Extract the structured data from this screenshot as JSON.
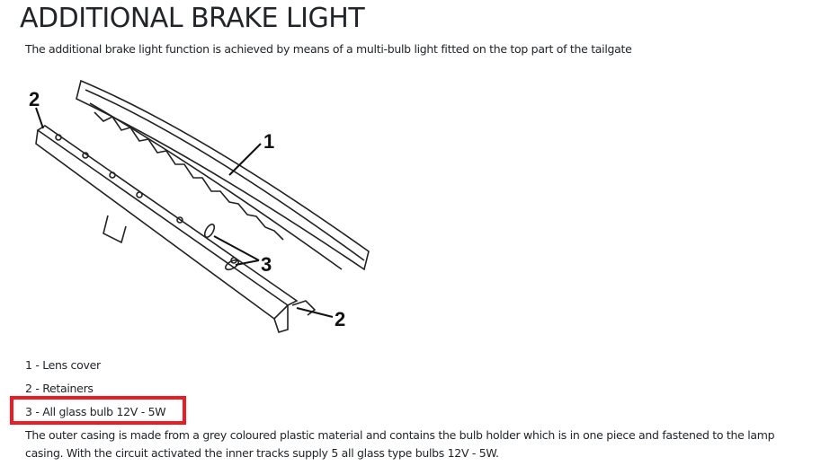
{
  "title": "ADDITIONAL BRAKE LIGHT",
  "description": "The additional brake light function is achieved by means of a multi-bulb light fitted on the top part of the tailgate",
  "diagram": {
    "callouts": [
      "1",
      "2",
      "3",
      "2"
    ]
  },
  "legend": [
    "1 - Lens cover",
    "2 - Retainers",
    "3 - All glass bulb 12V - 5W"
  ],
  "highlight_color": "#ed1c24",
  "paragraph": "The outer casing is made from a grey coloured plastic material and contains the bulb holder which is in one piece and fastened to the lamp casing. With the circuit activated the inner tracks supply 5 all glass type bulbs 12V - 5W."
}
